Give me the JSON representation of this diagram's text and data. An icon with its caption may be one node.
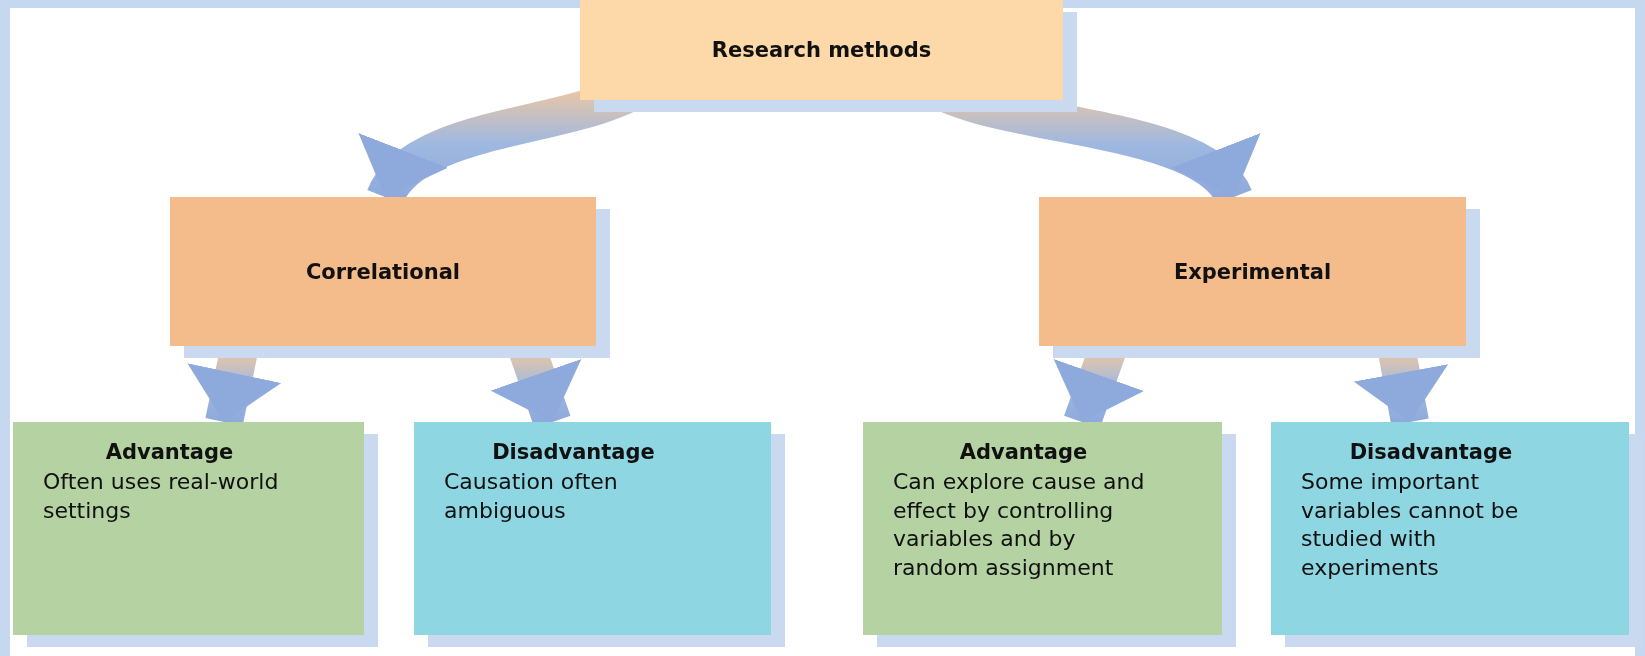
{
  "diagram": {
    "nodes": [
      {
        "text": [
          "Research methods"
        ]
      },
      {
        "text": [
          "Correlational"
        ]
      },
      {
        "text": [
          "Experimental"
        ]
      },
      {
        "text": [
          "Advantage",
          "Often uses real-world settings"
        ]
      },
      {
        "text": [
          "Disadvantage",
          "Causation often ambiguous"
        ]
      },
      {
        "text": [
          "Advantage",
          "Can explore cause and effect by controlling variables and by random assignment"
        ]
      },
      {
        "text": [
          "Disadvantage",
          "Some important variables cannot be studied with experiments"
        ]
      }
    ],
    "edges": [
      {
        "from": 0,
        "to": 1,
        "arrow": "to",
        "style": "thick"
      },
      {
        "from": 0,
        "to": 2,
        "arrow": "to",
        "style": "thick"
      },
      {
        "from": 1,
        "to": 3,
        "arrow": "to",
        "style": "thick"
      },
      {
        "from": 1,
        "to": 4,
        "arrow": "to",
        "style": "thick"
      },
      {
        "from": 2,
        "to": 5,
        "arrow": "to",
        "style": "thick"
      },
      {
        "from": 2,
        "to": 6,
        "arrow": "to",
        "style": "thick"
      }
    ]
  }
}
